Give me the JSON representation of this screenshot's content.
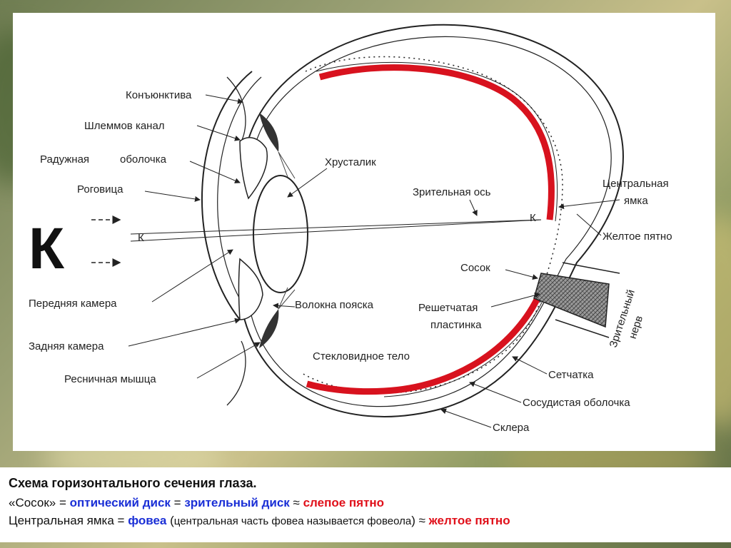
{
  "diagram": {
    "big_letter": "К",
    "labels": {
      "conjunctiva": "Конъюнктива",
      "schlemm": "Шлеммов канал",
      "iris": "Радужная оболочка",
      "iris_1": "Радужная",
      "iris_2": "оболочка",
      "cornea": "Роговица",
      "lens": "Хрусталик",
      "visual_axis": "Зрительная ось",
      "fovea_1": "Центральная",
      "fovea_2": "ямка",
      "yellow_spot": "Желтое пятно",
      "k_point": "К",
      "k_right": "К",
      "papilla": "Сосок",
      "anterior_chamber": "Передняя камера",
      "zonule": "Волокна пояска",
      "lamina_1": "Решетчатая",
      "lamina_2": "пластинка",
      "optic_nerve_1": "Зрительный",
      "optic_nerve_2": "нерв",
      "posterior_chamber": "Задняя камера",
      "vitreous": "Стекловидное тело",
      "retina": "Сетчатка",
      "ciliary": "Ресничная мышца",
      "choroid": "Сосудистая оболочка",
      "sclera": "Склера"
    },
    "colors": {
      "retina": "#d8121e",
      "ink": "#222222"
    }
  },
  "caption": {
    "title": "Схема горизонтального сечения глаза.",
    "l2_a": "«Сосок» = ",
    "l2_b": "оптический диск",
    "l2_c": " = ",
    "l2_d": "зрительный диск",
    "l2_e": " ≈ ",
    "l2_f": "слепое пятно",
    "l3_a": "Центральная ямка = ",
    "l3_b": "фовеа",
    "l3_c": " (",
    "l3_d": "центральная часть фовеа называется фовеола",
    "l3_e": ") ≈ ",
    "l3_f": "желтое пятно"
  }
}
